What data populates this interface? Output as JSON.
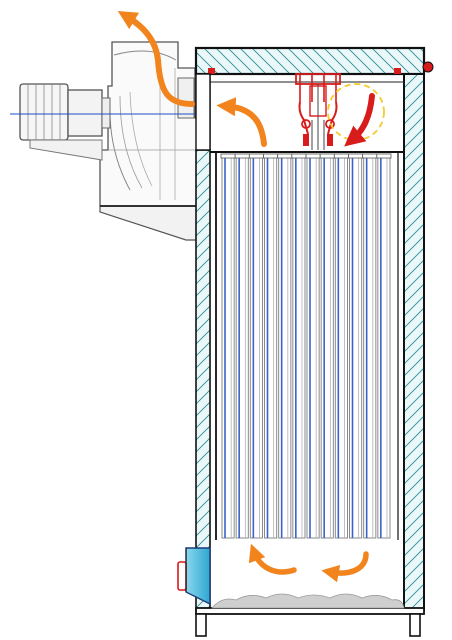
{
  "diagram": {
    "type": "dust collector cross-section",
    "colors": {
      "outline": "#111111",
      "insulation": "#6fc3c8",
      "insulation_hatch": "#2f8f97",
      "filter_blue": "#3a63c9",
      "filter_gray": "#8a8a8a",
      "fan_gray": "#777777",
      "motor_line": "#1f4fc4",
      "flow_arrow": "#f2841e",
      "cleaning_red": "#d81c1c",
      "cleaning_yellow": "#f3cc2d",
      "hatch_door": "#39b8e0",
      "dust": "#c9c9c9"
    },
    "icons": [
      "fan-icon",
      "motor-icon",
      "pulse-cleaner-icon",
      "airflow-arrow-icon"
    ],
    "flows": [
      {
        "name": "exhaust-out"
      },
      {
        "name": "clean-air-to-fan"
      },
      {
        "name": "cleaning-pulse"
      },
      {
        "name": "dust-laden-inlet-left"
      },
      {
        "name": "dust-laden-inlet-right"
      }
    ]
  }
}
